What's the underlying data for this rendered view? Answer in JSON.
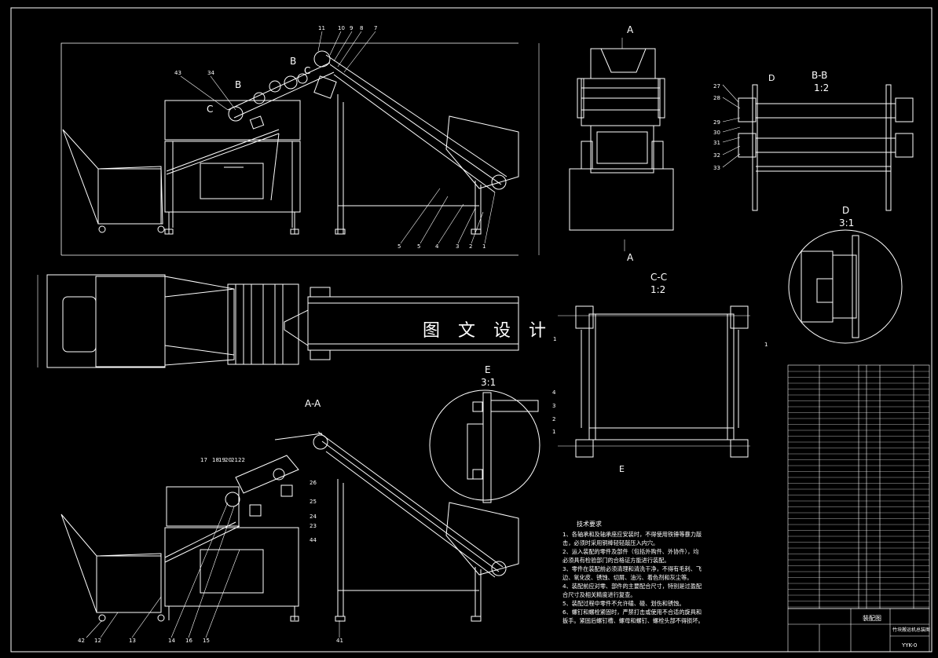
{
  "watermark": "图 文 设 计",
  "views": {
    "a_top": "A",
    "a_bottom": "A",
    "b_left": "B",
    "b_right": "B",
    "c_left": "C",
    "c_right": "C",
    "d_ref": "D",
    "e_ref": "E",
    "section_aa": "A-A",
    "section_bb": "B-B",
    "section_bb_scale": "1:2",
    "section_cc": "C-C",
    "section_cc_scale": "1:2",
    "detail_d": "D",
    "detail_d_scale": "3:1",
    "detail_e": "E",
    "detail_e_scale": "3:1"
  },
  "callouts_top": [
    "11",
    "10",
    "9",
    "8",
    "7",
    "43",
    "34",
    "5",
    "5",
    "4",
    "3",
    "2",
    "1"
  ],
  "callouts_section": [
    "17",
    "18",
    "19",
    "20",
    "21",
    "22",
    "26",
    "25",
    "24",
    "23",
    "44",
    "42",
    "12",
    "13",
    "14",
    "16",
    "15",
    "41"
  ],
  "callouts_bb": [
    "27",
    "28",
    "29",
    "30",
    "31",
    "32",
    "33"
  ],
  "callouts_cc": [
    "1",
    "1",
    "4",
    "3",
    "2",
    "1"
  ],
  "tech_notes": {
    "title": "技术要求",
    "lines": [
      "1、各轴承和及轴承座应安装时，不得使用铁锤等暴力敲",
      "击，必须时采用铜棒轻轻敲压入内穴。",
      "2、运入装配的零件及部件（包括外购件、外协件），均",
      "必须具有检验部门的合格证方能进行装配。",
      "3、零件在装配前必须清理和清洗干净，不得有毛刺、飞",
      "边、氧化皮、锈蚀、切屑、油污、着色剂和灰尘等。",
      "4、装配前应对零、部件的主要配合尺寸，特别是过盈配",
      "合尺寸及相关精度进行复查。",
      "5、装配过程中零件不允许磕、碰、划伤和锈蚀。",
      "6、螺钉和螺栓紧固时，严禁打击或使用不合适的旋具和",
      "扳手。紧固后螺钉槽、螺母和螺钉、螺栓头部不得损坏。"
    ]
  },
  "title_block": {
    "drawing_name": "装配图",
    "product": "竹块搬运机总装图",
    "drawing_no": "YYK-0"
  }
}
